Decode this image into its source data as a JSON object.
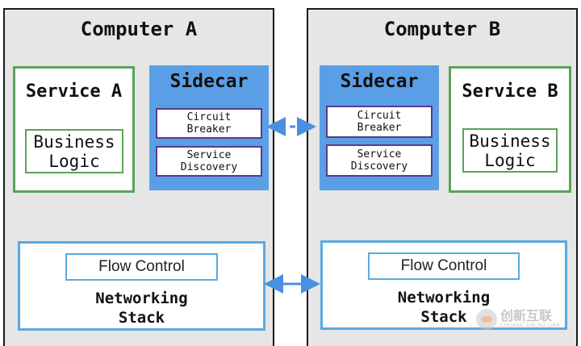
{
  "computer_a": {
    "title": "Computer A",
    "service": {
      "title": "Service A",
      "logic": "Business\nLogic"
    },
    "sidecar": {
      "title": "Sidecar",
      "circuit_breaker": "Circuit\nBreaker",
      "service_discovery": "Service\nDiscovery"
    },
    "network": {
      "flow_control": "Flow Control",
      "label": "Networking\nStack"
    }
  },
  "computer_b": {
    "title": "Computer B",
    "service": {
      "title": "Service B",
      "logic": "Business\nLogic"
    },
    "sidecar": {
      "title": "Sidecar",
      "circuit_breaker": "Circuit\nBreaker",
      "service_discovery": "Service\nDiscovery"
    },
    "network": {
      "flow_control": "Flow Control",
      "label": "Networking\nStack"
    }
  },
  "watermark": {
    "chinese": "创新互联",
    "english": "CHUANG XIN HU LIAN"
  },
  "colors": {
    "service_border": "#5aa35a",
    "sidecar_fill": "#5a9fe6",
    "chip_border": "#5a3a8c",
    "network_border": "#5aa9e0",
    "connector": "#4a90e2"
  }
}
